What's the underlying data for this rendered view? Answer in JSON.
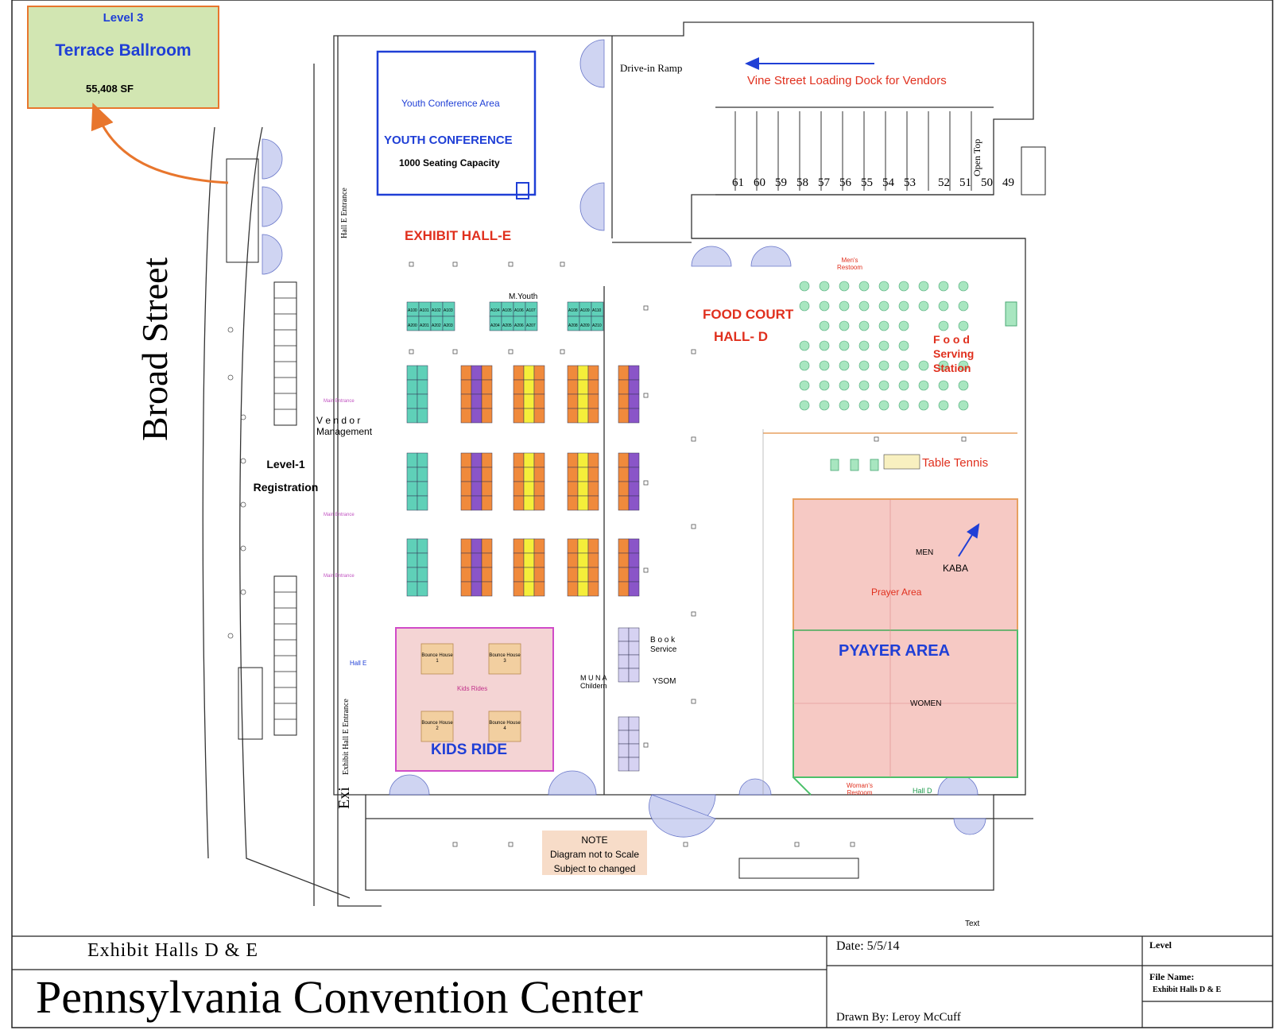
{
  "callout": {
    "level": "Level 3",
    "name": "Terrace Ballroom",
    "area": "55,408 SF"
  },
  "street_labels": {
    "broad": "Broad Street",
    "vine_dock": "Vine Street Loading Dock for Vendors",
    "drive_ramp": "Drive-in Ramp",
    "open_top": "Open Top"
  },
  "dock_numbers": [
    "61",
    "60",
    "59",
    "58",
    "57",
    "56",
    "55",
    "54",
    "53",
    "52",
    "51",
    "50",
    "49"
  ],
  "zones": {
    "youth_conference": "YOUTH CONFERENCE",
    "youth_capacity": "1000 Seating Capacity",
    "youth_area": "Youth Conference Area",
    "exhibit_hall_e": "EXHIBIT HALL-E",
    "food_court": "FOOD COURT",
    "hall_d": "HALL- D",
    "food_serving": [
      "F o o d",
      "Serving",
      "Station"
    ],
    "table_tennis": "Table Tennis",
    "kids_ride": "KIDS RIDE",
    "kids_rides_small": "Kids Rides",
    "pyayer_area": "PYAYER AREA",
    "prayer_area": "Prayer Area",
    "men": "MEN",
    "kaba": "KABA",
    "women": "WOMEN",
    "registration": [
      "Level-1",
      "Registration"
    ],
    "vendor_management": [
      "V e n d o r",
      "Management"
    ],
    "m_youth": "M.Youth",
    "book_service": [
      "B o o k",
      "Service"
    ],
    "muna": [
      "M U N A",
      "Childern"
    ],
    "ysom": "YSOM",
    "mens_restroom": [
      "Men's",
      "Restoom"
    ],
    "womans_restroom": [
      "Woman's",
      "Restoom"
    ],
    "hall_d_small": "Hall D",
    "hall_e_small": "Hall E",
    "hall_e_entrance": "Hall E Entrance",
    "exhibit_hall_e_entrance": "Exhibit Hall E Entrance",
    "main_entrance": "Main Entrance",
    "text_label": "Text",
    "exit": "Exi",
    "bounce_houses": [
      "Bounce House 1",
      "Bounce House 3",
      "Bounce House 2",
      "Bounce House 4"
    ]
  },
  "booths": {
    "A_top": [
      [
        "A100",
        "A101",
        "A102",
        "A103"
      ],
      [
        "A104",
        "A105",
        "A106",
        "A107"
      ],
      [
        "A108",
        "A109",
        "A110"
      ]
    ],
    "A_bottom": [
      [
        "A200",
        "A201",
        "A202",
        "A203"
      ],
      [
        "A204",
        "A205",
        "A206",
        "A207"
      ],
      [
        "A208",
        "A209",
        "A210"
      ]
    ]
  },
  "note": [
    "NOTE",
    "Diagram not to Scale",
    "Subject to changed"
  ],
  "title_block": {
    "subtitle": "Exhibit Halls D & E",
    "title": "Pennsylvania Convention Center",
    "date": "Date:  5/5/14",
    "drawn_by": "Drawn By:  Leroy McCuff",
    "level": "Level",
    "file_name_label": "File Name:",
    "file_name": "Exhibit Halls D & E"
  },
  "colors": {
    "red_label": "#e0301e",
    "blue_label": "#1f3fd6",
    "callout_fill": "#d2e6b2",
    "callout_border": "#e8762d",
    "prayer_fill": "#f6c9c4",
    "kids_fill": "#f4d4d4",
    "booth_teal": "#5fd0b8",
    "booth_orange": "#f08a3c",
    "booth_purple": "#8a55c8",
    "booth_yellow": "#f5ee3a",
    "table_green": "#a8e6c0"
  }
}
